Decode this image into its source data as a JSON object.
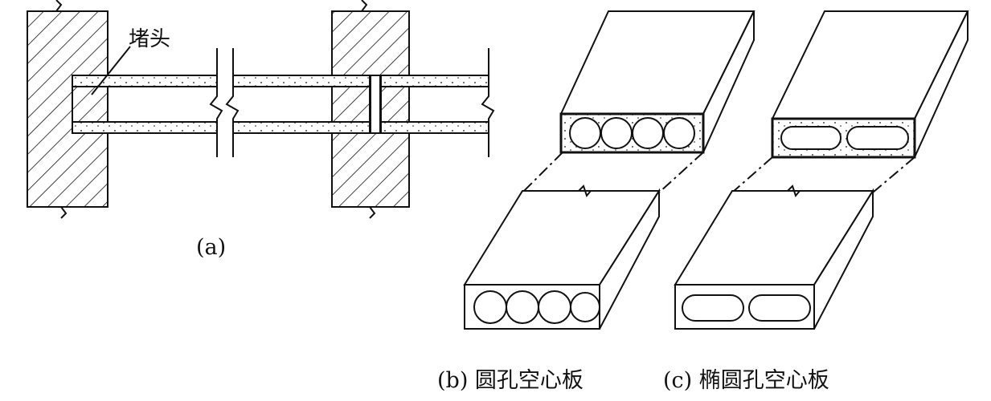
{
  "labels": {
    "end_plug": "堵头"
  },
  "captions": {
    "a": "(a)",
    "b": "(b) 圆孔空心板",
    "c": "(c) 椭圆孔空心板"
  },
  "colors": {
    "line": "#111111",
    "background": "#ffffff"
  }
}
